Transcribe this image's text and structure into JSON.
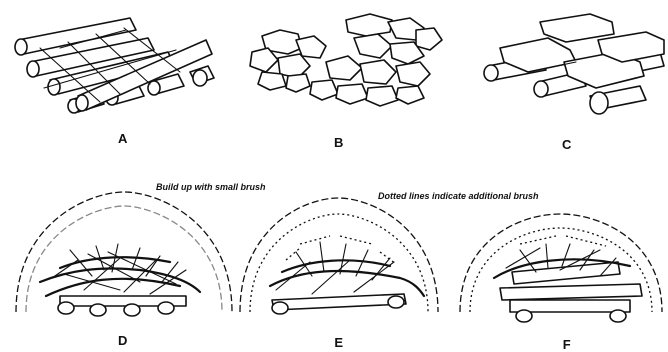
{
  "figures": [
    {
      "id": "A",
      "label": "A"
    },
    {
      "id": "B",
      "label": "B"
    },
    {
      "id": "C",
      "label": "C"
    },
    {
      "id": "D",
      "label": "D"
    },
    {
      "id": "E",
      "label": "E"
    },
    {
      "id": "F",
      "label": "F"
    }
  ],
  "captions": {
    "build_up": "Build up with small brush",
    "dotted_lines": "Dotted lines indicate additional brush"
  }
}
